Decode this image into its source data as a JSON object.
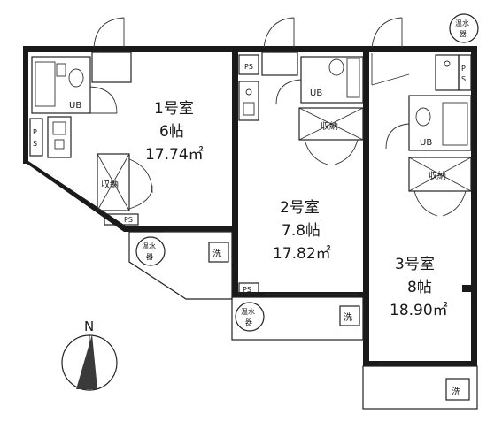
{
  "rooms": [
    {
      "name": "1号室",
      "mats": "6帖",
      "area": "17.74㎡"
    },
    {
      "name": "2号室",
      "mats": "7.8帖",
      "area": "17.82㎡"
    },
    {
      "name": "3号室",
      "mats": "8帖",
      "area": "18.90㎡"
    }
  ],
  "fixtures": {
    "unit_bath": "UB",
    "storage": "収納",
    "pipe_space": "PS",
    "pipe_space_vertical_p": "P",
    "pipe_space_vertical_s": "S",
    "water_heater": [
      "温水",
      "器"
    ],
    "washer": "洗"
  },
  "compass": {
    "north_label": "N"
  }
}
